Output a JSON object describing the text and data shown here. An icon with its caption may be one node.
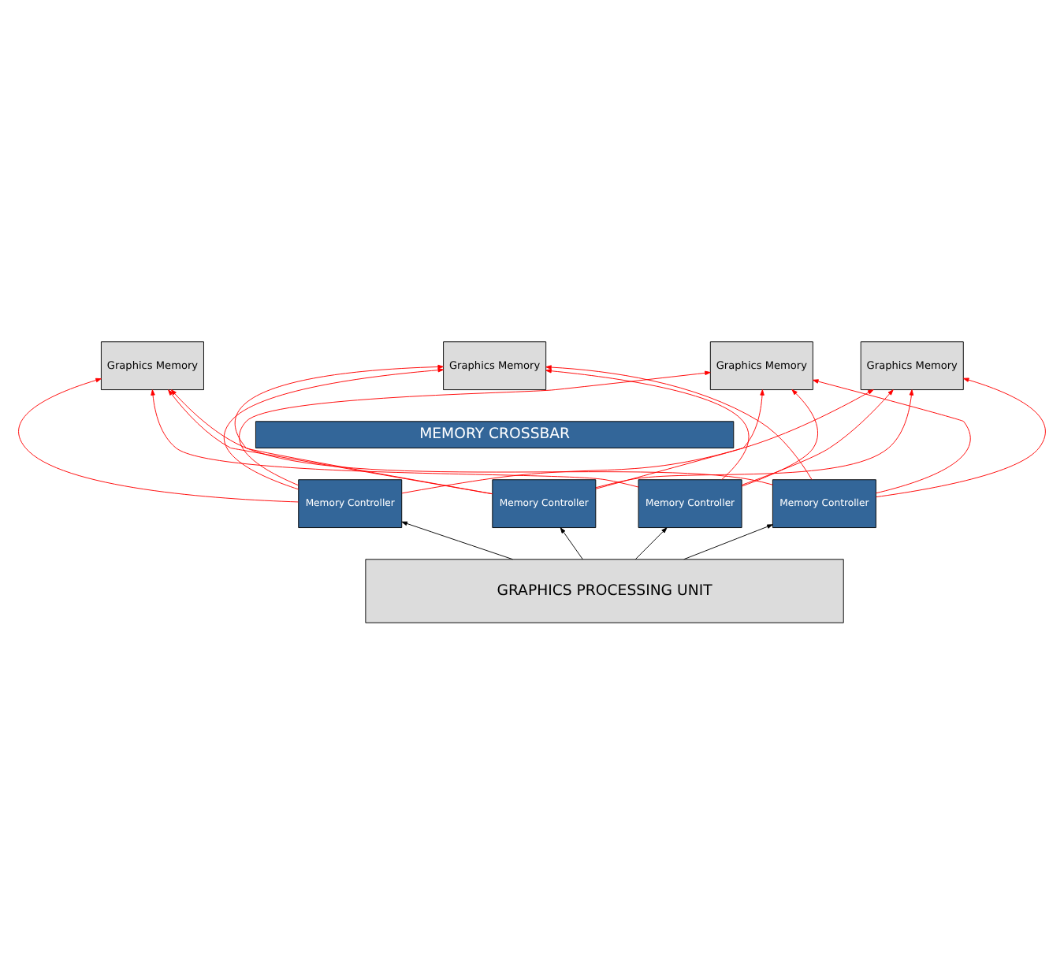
{
  "diagram": {
    "nodes": [
      {
        "text": [
          "Graphics Memory"
        ]
      },
      {
        "text": [
          "Graphics Memory"
        ]
      },
      {
        "text": [
          "Graphics Memory"
        ]
      },
      {
        "text": [
          "Graphics Memory"
        ]
      },
      {
        "text": [
          "MEMORY CROSSBAR"
        ]
      },
      {
        "text": [
          "Memory Controller"
        ]
      },
      {
        "text": [
          "Memory Controller"
        ]
      },
      {
        "text": [
          "Memory Controller"
        ]
      },
      {
        "text": [
          "Memory Controller"
        ]
      },
      {
        "text": [
          "GRAPHICS PROCESSING UNIT"
        ]
      }
    ],
    "edges": [
      {
        "from": 5,
        "to": 0,
        "arrow": "to",
        "color": "#ff0000"
      },
      {
        "from": 5,
        "to": 1,
        "arrow": "to",
        "color": "#ff0000"
      },
      {
        "from": 5,
        "to": 2,
        "arrow": "to",
        "color": "#ff0000"
      },
      {
        "from": 5,
        "to": 3,
        "arrow": "to",
        "color": "#ff0000"
      },
      {
        "from": 6,
        "to": 0,
        "arrow": "to",
        "color": "#ff0000"
      },
      {
        "from": 6,
        "to": 1,
        "arrow": "to",
        "color": "#ff0000"
      },
      {
        "from": 6,
        "to": 2,
        "arrow": "to",
        "color": "#ff0000"
      },
      {
        "from": 6,
        "to": 3,
        "arrow": "to",
        "color": "#ff0000"
      },
      {
        "from": 7,
        "to": 0,
        "arrow": "to",
        "color": "#ff0000"
      },
      {
        "from": 7,
        "to": 1,
        "arrow": "to",
        "color": "#ff0000"
      },
      {
        "from": 7,
        "to": 2,
        "arrow": "to",
        "color": "#ff0000"
      },
      {
        "from": 7,
        "to": 3,
        "arrow": "to",
        "color": "#ff0000"
      },
      {
        "from": 8,
        "to": 0,
        "arrow": "to",
        "color": "#ff0000"
      },
      {
        "from": 8,
        "to": 1,
        "arrow": "to",
        "color": "#ff0000"
      },
      {
        "from": 8,
        "to": 2,
        "arrow": "to",
        "color": "#ff0000"
      },
      {
        "from": 8,
        "to": 3,
        "arrow": "to",
        "color": "#ff0000"
      },
      {
        "from": 9,
        "to": 5,
        "arrow": "to",
        "color": "#000000"
      },
      {
        "from": 9,
        "to": 6,
        "arrow": "to",
        "color": "#000000"
      },
      {
        "from": 9,
        "to": 7,
        "arrow": "to",
        "color": "#000000"
      },
      {
        "from": 9,
        "to": 8,
        "arrow": "to",
        "color": "#000000"
      }
    ]
  }
}
